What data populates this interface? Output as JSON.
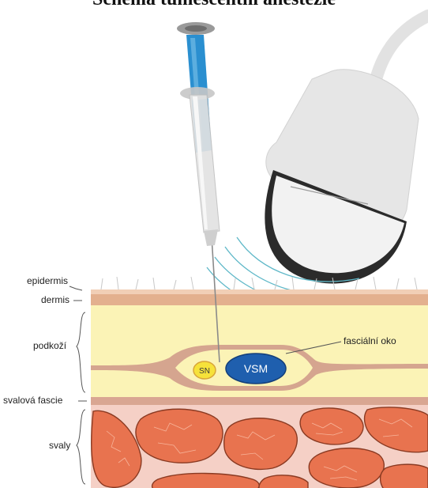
{
  "title": "Schéma tumescentní anestezie",
  "labels": {
    "epidermis": "epidermis",
    "dermis": "dermis",
    "podkozi": "podkoží",
    "svalova_fascie": "svalová fascie",
    "svaly": "svaly",
    "fascialni_oko": "fasciální oko",
    "sn": "SN",
    "vsm": "VSM"
  },
  "colors": {
    "syringe_fluid": "#2a8fd0",
    "skin_layer": "#e8b898",
    "subcutis": "#fbf3b6",
    "fascia": "#d9a692",
    "muscle_bg": "#f5d0c6",
    "muscle": "#e8734f",
    "vsm": "#1f5fae",
    "sn": "#f6e23a",
    "ultrasound_waves": "#5fb8c8",
    "probe": "#ececec"
  },
  "icons": [
    "syringe-icon",
    "ultrasound-probe-icon"
  ]
}
